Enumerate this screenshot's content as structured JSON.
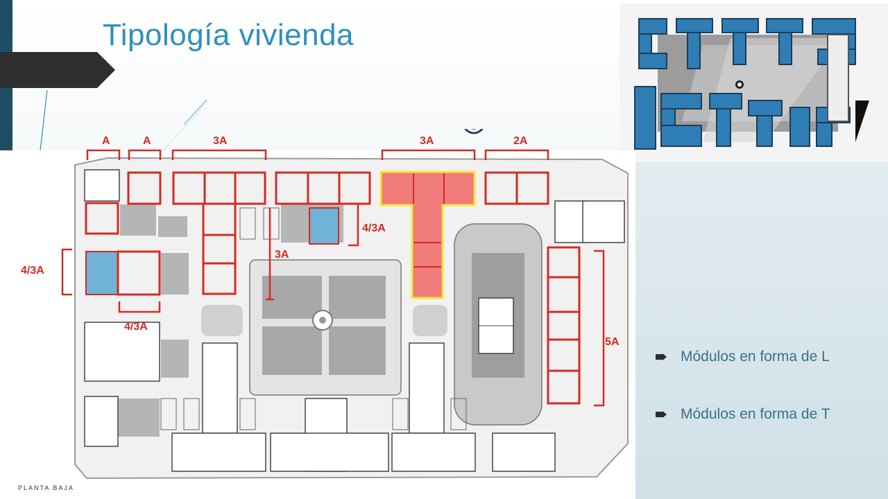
{
  "slide": {
    "title": "Tipología vivienda",
    "accent_color": "#2e8fbf",
    "dark_color": "#1f4e63"
  },
  "plan": {
    "caption": "PLANTA BAJA",
    "labels": {
      "a1": "A",
      "a2": "A",
      "top_3a_left": "3A",
      "top_3a_right": "3A",
      "top_2a": "2A",
      "mid_4_3a": "4/3A",
      "center_3a": "3A",
      "left_4_3a": "4/3A",
      "bottom_4_3a": "4/3A",
      "right_5a": "5A"
    },
    "colors": {
      "red": "#d42a22",
      "pink": "#ef7b7b",
      "yellow": "#f2e830",
      "blue": "#6fb3d6"
    }
  },
  "logo": {
    "icon": "building-model-logo"
  },
  "compass": {
    "icon": "compass-icon"
  },
  "bullets": [
    {
      "text": "Módulos en forma de L",
      "icon": "arrow-bullet-icon"
    },
    {
      "text": "Módulos en forma de T",
      "icon": "arrow-bullet-icon"
    }
  ]
}
